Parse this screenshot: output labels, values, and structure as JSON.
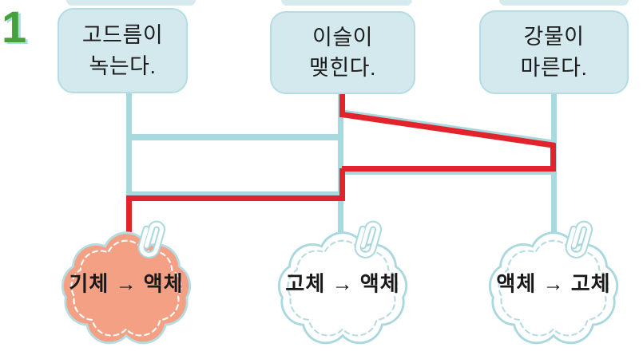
{
  "lesson_number": "1",
  "top_boxes": [
    {
      "lines": [
        "고드름이",
        "녹는다."
      ]
    },
    {
      "lines": [
        "이슬이",
        "맺힌다."
      ]
    },
    {
      "lines": [
        "강물이",
        "마른다."
      ]
    }
  ],
  "clouds": [
    {
      "label": "기체 → 액체",
      "highlighted": true
    },
    {
      "label": "고체 → 액체",
      "highlighted": false
    },
    {
      "label": "액체 → 고체",
      "highlighted": false
    }
  ],
  "answer_connection": {
    "from": "이슬이 맺힌다.",
    "to": "기체 → 액체",
    "style": "hand-drawn red line"
  },
  "colors": {
    "printed_line_blue": "#a8d9df",
    "answer_red": "#e2232b",
    "box_fill": "#d3e9ed",
    "highlight_cloud_fill": "#f4a084",
    "number_green": "#46a03c"
  }
}
